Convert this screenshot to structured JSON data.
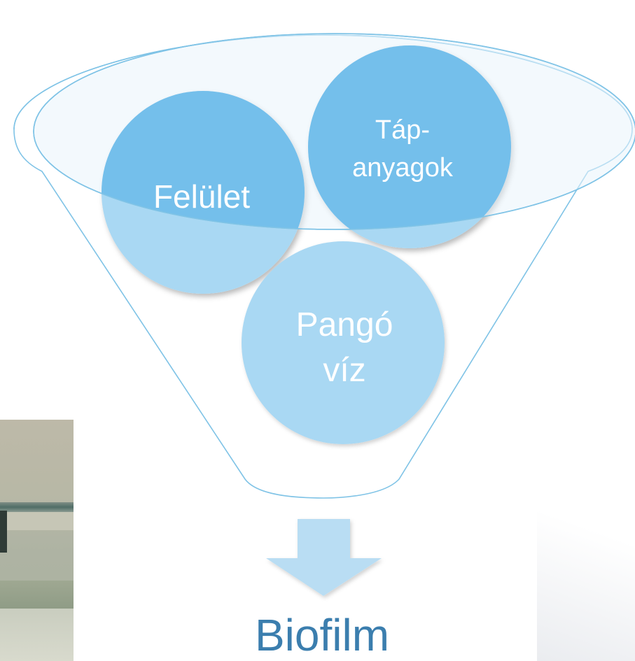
{
  "funnel": {
    "inputs": [
      {
        "label_lines": [
          "Felület"
        ]
      },
      {
        "label_lines": [
          "Táp-",
          "anyagok"
        ]
      },
      {
        "label_lines": [
          "Pangó",
          "víz"
        ]
      }
    ],
    "output": "Biofilm"
  },
  "colors": {
    "funnel_stroke": "#7fc3e6",
    "funnel_fill": "#e9f4fc",
    "circle_dark": "#74bfeb",
    "circle_light": "#a9d8f3",
    "arrow_fill": "#b9ddf3",
    "output_text": "#3b7eae"
  },
  "background_photo": {
    "description_visible": false
  }
}
